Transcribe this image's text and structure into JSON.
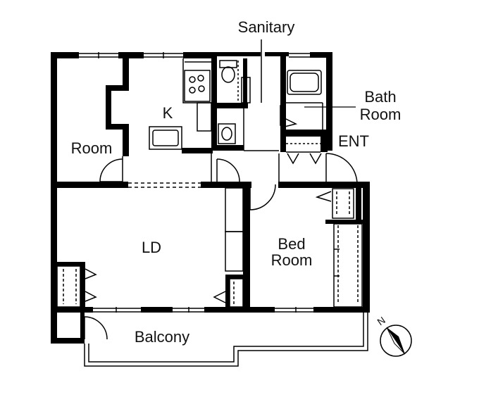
{
  "labels": {
    "sanitary": "Sanitary",
    "bath_line1": "Bath",
    "bath_line2": "Room",
    "ent": "ENT",
    "kitchen": "K",
    "room": "Room",
    "ld": "LD",
    "bed_line1": "Bed",
    "bed_line2": "Room",
    "balcony": "Balcony",
    "compass_north": "N"
  },
  "colors": {
    "wall": "#000000",
    "line": "#000000",
    "background": "#ffffff"
  }
}
